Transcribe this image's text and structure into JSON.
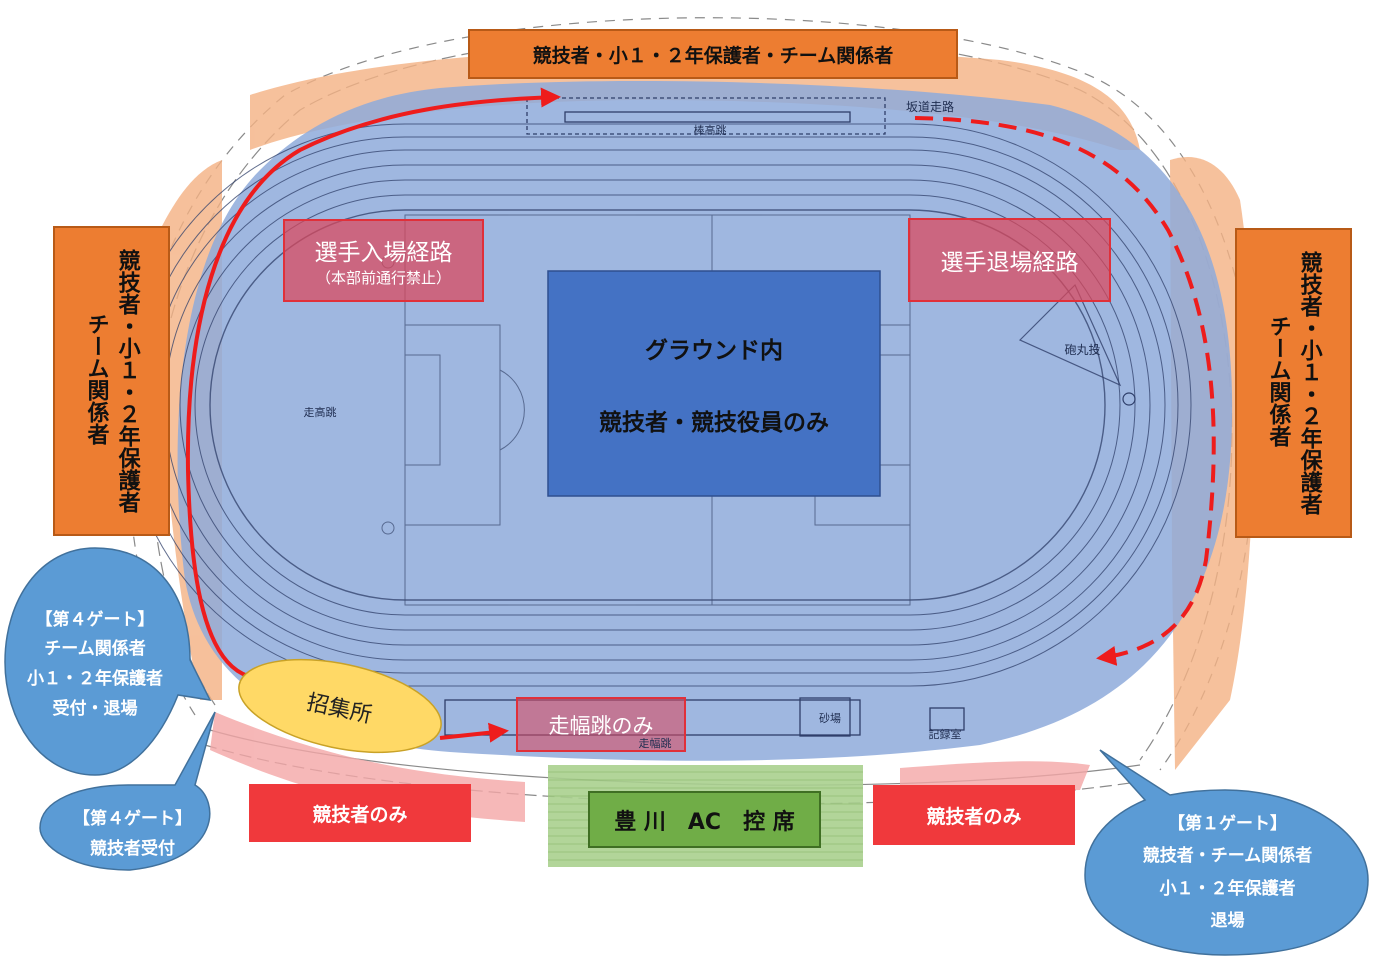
{
  "areas": {
    "top_banner": "競技者・小１・２年保護者・チーム関係者",
    "left_banner": {
      "col1": "競技者・小１・２年保護者",
      "col2": "チーム関係者"
    },
    "right_banner": {
      "col1": "競技者・小１・２年保護者",
      "col2": "チーム関係者"
    },
    "ground": {
      "line1": "グラウンド内",
      "line2": "競技者・競技役員のみ"
    },
    "athletes_only_left": "競技者のみ",
    "athletes_only_right": "競技者のみ",
    "team_seat": "豊 川　AC　控 席"
  },
  "routes": {
    "entry": {
      "title": "選手入場経路",
      "note": "（本部前通行禁止）"
    },
    "exit": {
      "title": "選手退場経路"
    },
    "long_jump": "走幅跳のみ",
    "assembly": "招集所"
  },
  "gates": {
    "gate4_main": [
      "【第４ゲート】",
      "チーム関係者",
      "小１・２年保護者",
      "受付・退場"
    ],
    "gate4_athletes": [
      "【第４ゲート】",
      "競技者受付"
    ],
    "gate1": [
      "【第１ゲート】",
      "競技者・チーム関係者",
      "小１・２年保護者",
      "退場"
    ]
  },
  "facility_labels": {
    "pole_vault": "棒高跳",
    "slope_run": "坂道走路",
    "shot_put": "砲丸投",
    "high_jump": "走高跳",
    "sand_pit": "砂場",
    "record_room": "記録室",
    "long_jump_small": "走幅跳"
  },
  "colors": {
    "stands": "#f4b183",
    "field_overlay": "#8eaadb",
    "ground_box": "#4472c4",
    "banner": "#ed7d31",
    "route_arrow": "#ee1c1c",
    "gate_bubble": "#5b9bd5",
    "assembly": "#ffd966",
    "team_seat": "#70ad47"
  }
}
